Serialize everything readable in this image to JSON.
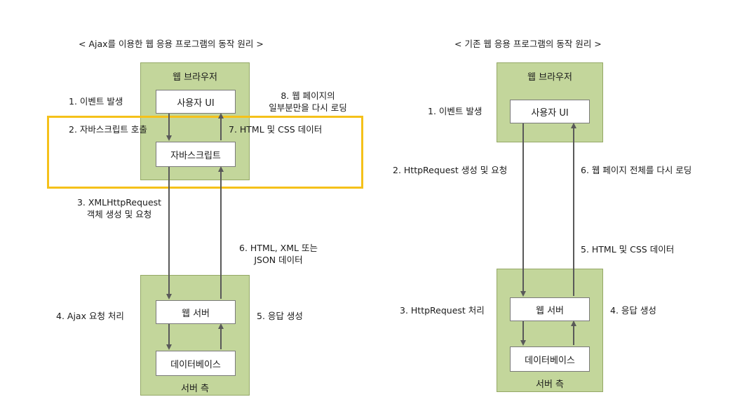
{
  "left": {
    "title": "< Ajax를 이용한 웹 응용 프로그램의 동작 원리 >",
    "browser": {
      "label": "웹 브라우저",
      "ui": "사용자 UI",
      "script": "자바스크립트"
    },
    "server": {
      "label": "서버 측",
      "web": "웹 서버",
      "db": "데이터베이스"
    },
    "steps": {
      "s1": "1. 이벤트 발생",
      "s2": "2. 자바스크립트 호출",
      "s3a": "3. XMLHttpRequest",
      "s3b": "객체 생성 및 요청",
      "s4": "4. Ajax 요청 처리",
      "s5": "5. 응답 생성",
      "s6a": "6. HTML, XML 또는",
      "s6b": "JSON 데이터",
      "s7": "7. HTML 및 CSS 데이터",
      "s8a": "8. 웹 페이지의",
      "s8b": "일부분만을 다시 로딩"
    }
  },
  "right": {
    "title": "< 기존 웹 응용 프로그램의 동작 원리 >",
    "browser": {
      "label": "웹 브라우저",
      "ui": "사용자 UI"
    },
    "server": {
      "label": "서버 측",
      "web": "웹 서버",
      "db": "데이터베이스"
    },
    "steps": {
      "s1": "1. 이벤트 발생",
      "s2": "2. HttpRequest 생성 및 요청",
      "s3": "3. HttpRequest 처리",
      "s4": "4. 응답 생성",
      "s5": "5. HTML 및 CSS 데이터",
      "s6": "6. 웹 페이지 전체를 다시 로딩"
    }
  },
  "colors": {
    "panel": "#c3d69b",
    "highlight": "#f5c11a",
    "arrow": "#595959"
  }
}
